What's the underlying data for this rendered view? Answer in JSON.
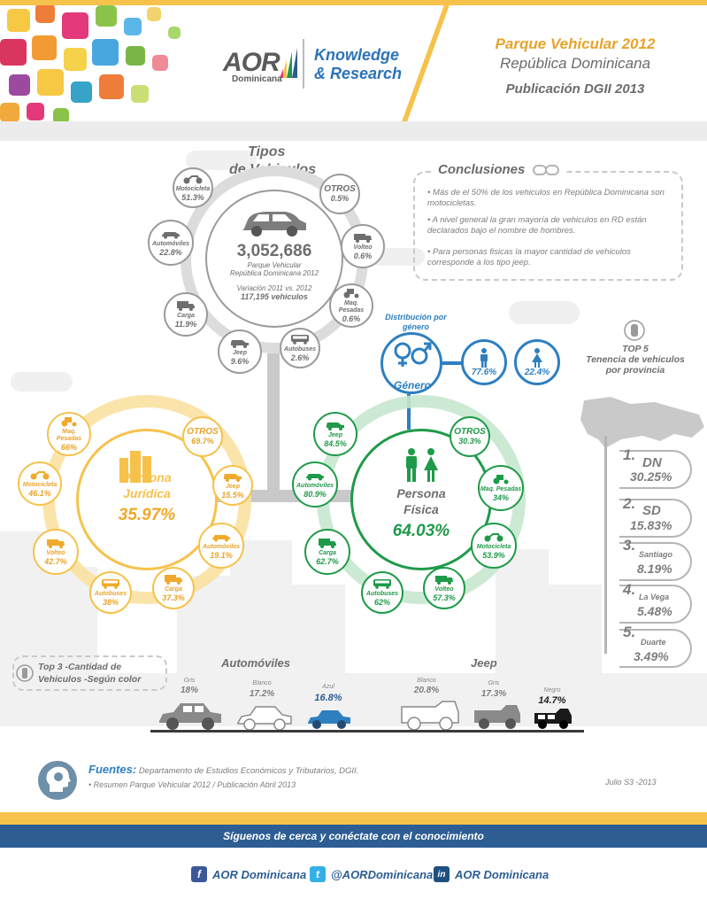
{
  "header": {
    "logo_main": "AOR",
    "logo_sub": "Dominicana",
    "tagline_1": "Knowledge",
    "tagline_2": "& Research",
    "title_1": "Parque Vehicular 2012",
    "title_2": "República Dominicana",
    "title_3": "Publicación DGII 2013"
  },
  "tipos": {
    "heading_1": "Tipos",
    "heading_2": "de Vehiculos",
    "total": "3,052,686",
    "total_label_1": "Parque Vehicular",
    "total_label_2": "República Dominicana 2012",
    "variacion_label": "Variación 2011 vs. 2012",
    "variacion_value": "117,195 vehiculos",
    "items": [
      {
        "label": "Motocicleta",
        "value": "51.3%",
        "icon": "motorcycle-icon"
      },
      {
        "label": "OTROS",
        "value": "0.5%",
        "icon": ""
      },
      {
        "label": "Automóviles",
        "value": "22.8%",
        "icon": "car-icon"
      },
      {
        "label": "Volteo",
        "value": "0.6%",
        "icon": "dump-truck-icon"
      },
      {
        "label": "Carga",
        "value": "11.9%",
        "icon": "truck-icon"
      },
      {
        "label": "Maq. Pesadas",
        "value": "0.6%",
        "icon": "tractor-icon"
      },
      {
        "label": "Jeep",
        "value": "9.6%",
        "icon": "jeep-icon"
      },
      {
        "label": "Autobuses",
        "value": "2.6%",
        "icon": "bus-icon"
      }
    ]
  },
  "conclusiones": {
    "title": "Conclusiones",
    "items": [
      "• Más de el 50% de los vehiculos en República Dominicana son motocicletas.",
      "• A nivel general la gran mayoría de vehiculos en RD están declarados bajo el nombre de hombres.",
      "• Para personas fisicas la mayor cantidad de vehiculos corresponde a los tipo jeep."
    ]
  },
  "genero": {
    "caption_1": "Distribución por",
    "caption_2": "género",
    "label": "Género",
    "male": "77.6%",
    "female": "22.4%"
  },
  "juridica": {
    "label_1": "Persona",
    "label_2": "Jurídica",
    "value": "35.97%",
    "items": [
      {
        "label": "Maq. Pesadas",
        "value": "66%"
      },
      {
        "label": "OTROS",
        "value": "69.7%"
      },
      {
        "label": "Motocicleta",
        "value": "46.1%"
      },
      {
        "label": "Jeep",
        "value": "15.5%"
      },
      {
        "label": "Volteo",
        "value": "42.7%"
      },
      {
        "label": "Automóviles",
        "value": "19.1%"
      },
      {
        "label": "Autobuses",
        "value": "38%"
      },
      {
        "label": "Carga",
        "value": "37.3%"
      }
    ]
  },
  "fisica": {
    "label_1": "Persona",
    "label_2": "Física",
    "value": "64.03%",
    "items": [
      {
        "label": "Jeep",
        "value": "84.5%"
      },
      {
        "label": "OTROS",
        "value": "30.3%"
      },
      {
        "label": "Automóviles",
        "value": "80.9%"
      },
      {
        "label": "Maq. Pesadas",
        "value": "34%"
      },
      {
        "label": "Carga",
        "value": "62.7%"
      },
      {
        "label": "Motocicleta",
        "value": "53.9%"
      },
      {
        "label": "Autobuses",
        "value": "62%"
      },
      {
        "label": "Volteo",
        "value": "57.3%"
      }
    ]
  },
  "top5": {
    "title_1": "TOP 5",
    "title_2": "Tenencia de vehiculos",
    "title_3": "por provincia",
    "items": [
      {
        "rank": "1.",
        "name": "DN",
        "value": "30.25%"
      },
      {
        "rank": "2.",
        "name": "SD",
        "value": "15.83%"
      },
      {
        "rank": "3.",
        "name": "Santiago",
        "value": "8.19%"
      },
      {
        "rank": "4.",
        "name": "La Vega",
        "value": "5.48%"
      },
      {
        "rank": "5.",
        "name": "Duarte",
        "value": "3.49%"
      }
    ]
  },
  "colores": {
    "box_1": "Top 3 -Cantidad de",
    "box_2": "Vehiculos -Según color",
    "auto_title": "Automóviles",
    "jeep_title": "Jeep",
    "autos": [
      {
        "color": "Gris",
        "value": "18%"
      },
      {
        "color": "Blanco",
        "value": "17.2%"
      },
      {
        "color": "Azul",
        "value": "16.8%"
      }
    ],
    "jeeps": [
      {
        "color": "Blanco",
        "value": "20.8%"
      },
      {
        "color": "Gris",
        "value": "17.3%"
      },
      {
        "color": "Negro",
        "value": "14.7%"
      }
    ]
  },
  "fuentes": {
    "label": "Fuentes:",
    "line_1": "Departamento de Estudios Económicos y Tributarios, DGII.",
    "line_2": "• Resumen Parque Vehicular 2012 / Publicación Abril 2013",
    "date": "Julio S3 -2013"
  },
  "footer": {
    "slogan": "Síguenos de cerca y conéctate con el conocimiento",
    "facebook": "AOR Dominicana",
    "twitter": "@AORDominicana",
    "linkedin": "AOR Dominicana"
  },
  "colors": {
    "yellow": "#f6c24b",
    "green": "#1f9a49",
    "blue": "#2d5d93",
    "gray": "#7d7d7d"
  }
}
